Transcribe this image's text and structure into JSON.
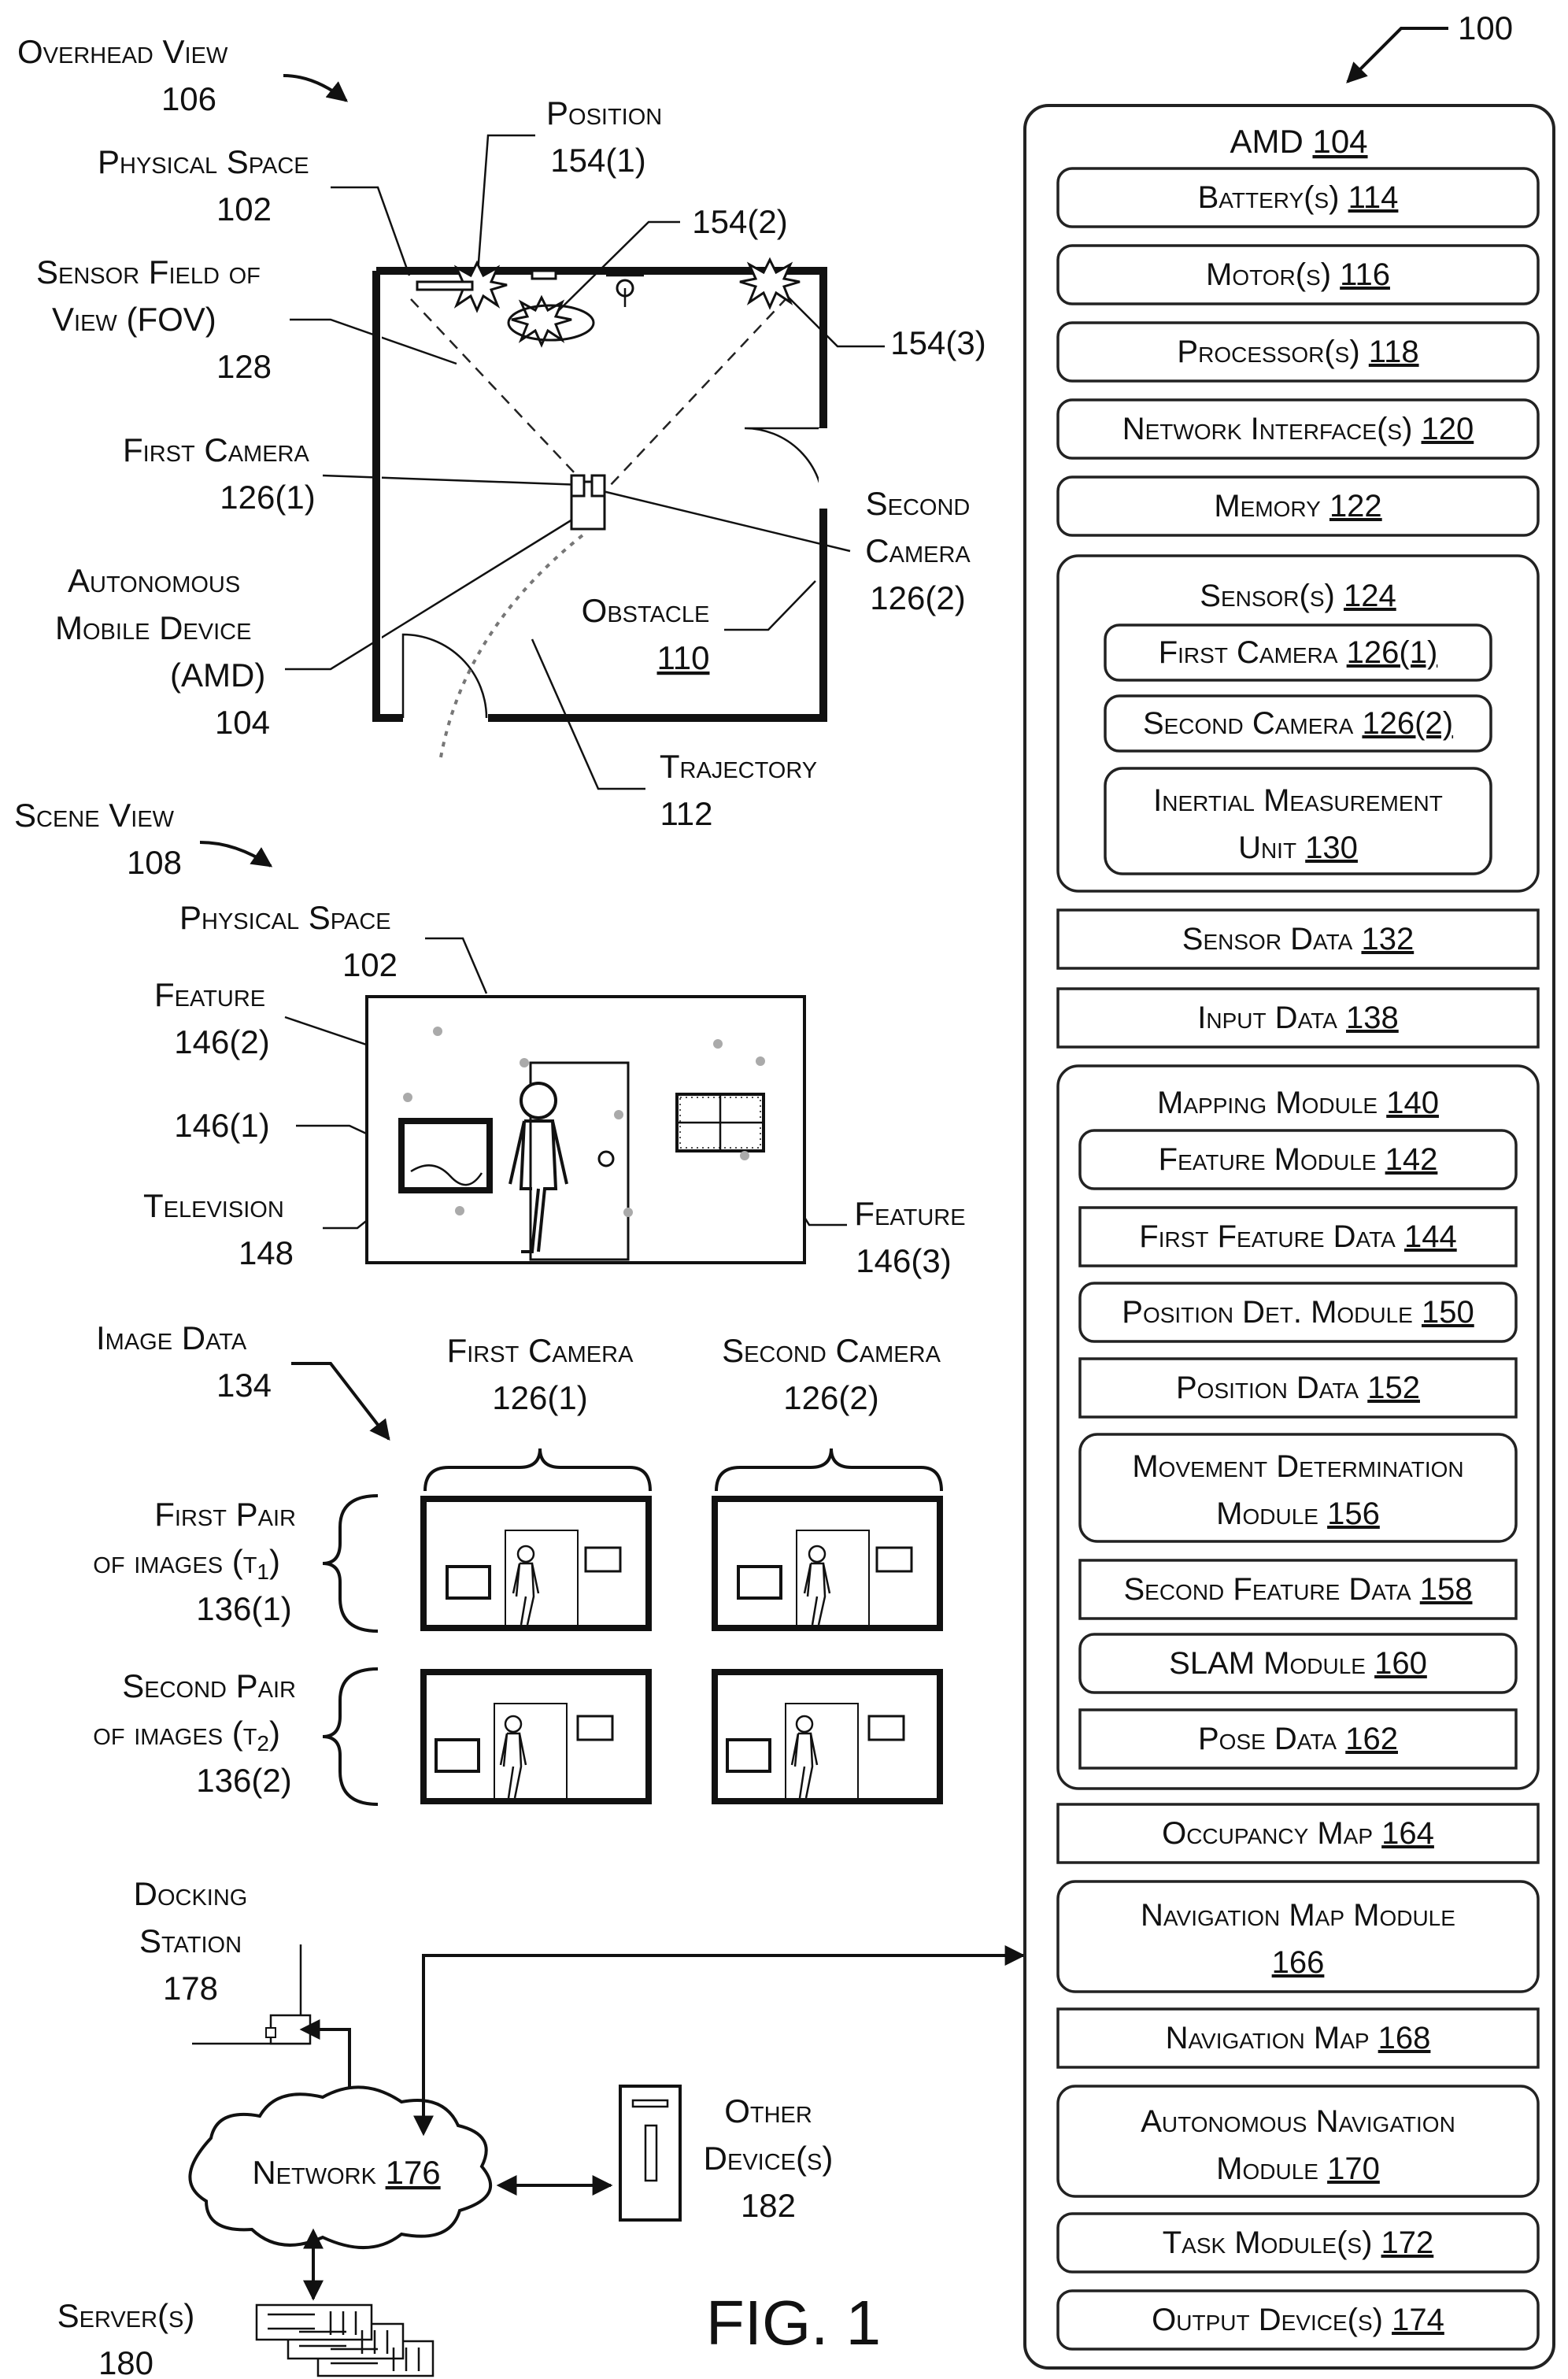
{
  "ref_main": "100",
  "figure_label": "FIG. 1",
  "overhead": {
    "title": "Overhead View",
    "title_ref": "106",
    "physical_space": "Physical Space",
    "physical_space_ref": "102",
    "sensor_fov_1": "Sensor Field of",
    "sensor_fov_2": "View (FOV)",
    "sensor_fov_ref": "128",
    "first_camera": "First Camera",
    "first_camera_ref": "126(1)",
    "amd_1": "Autonomous",
    "amd_2": "Mobile Device",
    "amd_3": "(AMD)",
    "amd_ref": "104",
    "position": "Position",
    "position_ref1": "154(1)",
    "position_ref2": "154(2)",
    "position_ref3": "154(3)",
    "second_camera_1": "Second",
    "second_camera_2": "Camera",
    "second_camera_ref": "126(2)",
    "obstacle": "Obstacle",
    "obstacle_ref": "110",
    "trajectory": "Trajectory",
    "trajectory_ref": "112"
  },
  "scene": {
    "title": "Scene View",
    "title_ref": "108",
    "physical_space": "Physical Space",
    "physical_space_ref": "102",
    "feature": "Feature",
    "feature_ref2": "146(2)",
    "feature_ref1": "146(1)",
    "television": "Television",
    "television_ref": "148",
    "feature3": "Feature",
    "feature_ref3": "146(3)"
  },
  "image_data": {
    "title": "Image Data",
    "title_ref": "134",
    "first_camera": "First Camera",
    "first_camera_ref": "126(1)",
    "second_camera": "Second Camera",
    "second_camera_ref": "126(2)",
    "pair1_1": "First Pair",
    "pair1_2": "of images (t",
    "pair1_sub": "1",
    "pair1_ref": "136(1)",
    "pair2_1": "Second Pair",
    "pair2_2": "of images (t",
    "pair2_sub": "2",
    "pair2_ref": "136(2)"
  },
  "network": {
    "docking_1": "Docking",
    "docking_2": "Station",
    "docking_ref": "178",
    "network": "Network",
    "network_ref": "176",
    "other_1": "Other",
    "other_2": "Device(s)",
    "other_ref": "182",
    "server": "Server(s)",
    "server_ref": "180"
  },
  "amd_panel": {
    "title": "AMD",
    "title_ref": "104",
    "items": [
      {
        "label": "Battery(s)",
        "ref": "114"
      },
      {
        "label": "Motor(s)",
        "ref": "116"
      },
      {
        "label": "Processor(s)",
        "ref": "118"
      },
      {
        "label": "Network Interface(s)",
        "ref": "120"
      },
      {
        "label": "Memory",
        "ref": "122"
      }
    ],
    "sensors": {
      "title": "Sensor(s)",
      "title_ref": "124",
      "items": [
        {
          "label": "First Camera",
          "ref": "126(1)"
        },
        {
          "label": "Second Camera",
          "ref": "126(2)"
        }
      ],
      "imu_1": "Inertial Measurement",
      "imu_2": "Unit",
      "imu_ref": "130"
    },
    "sensor_data": {
      "label": "Sensor Data",
      "ref": "132"
    },
    "input_data": {
      "label": "Input Data",
      "ref": "138"
    },
    "mapping": {
      "title": "Mapping Module",
      "title_ref": "140",
      "items": [
        {
          "label": "Feature Module",
          "ref": "142"
        },
        {
          "label": "First Feature Data",
          "ref": "144"
        },
        {
          "label": "Position Det. Module",
          "ref": "150"
        },
        {
          "label": "Position Data",
          "ref": "152"
        }
      ],
      "movement_1": "Movement Determination",
      "movement_2": "Module",
      "movement_ref": "156",
      "items2": [
        {
          "label": "Second Feature Data",
          "ref": "158"
        },
        {
          "label": "SLAM Module",
          "ref": "160"
        },
        {
          "label": "Pose Data",
          "ref": "162"
        }
      ]
    },
    "occupancy": {
      "label": "Occupancy Map",
      "ref": "164"
    },
    "nav_module_1": "Navigation Map Module",
    "nav_module_ref": "166",
    "nav_map": {
      "label": "Navigation Map",
      "ref": "168"
    },
    "auto_nav_1": "Autonomous Navigation",
    "auto_nav_2": "Module",
    "auto_nav_ref": "170",
    "task": {
      "label": "Task Module(s)",
      "ref": "172"
    },
    "output": {
      "label": "Output Device(s)",
      "ref": "174"
    }
  }
}
